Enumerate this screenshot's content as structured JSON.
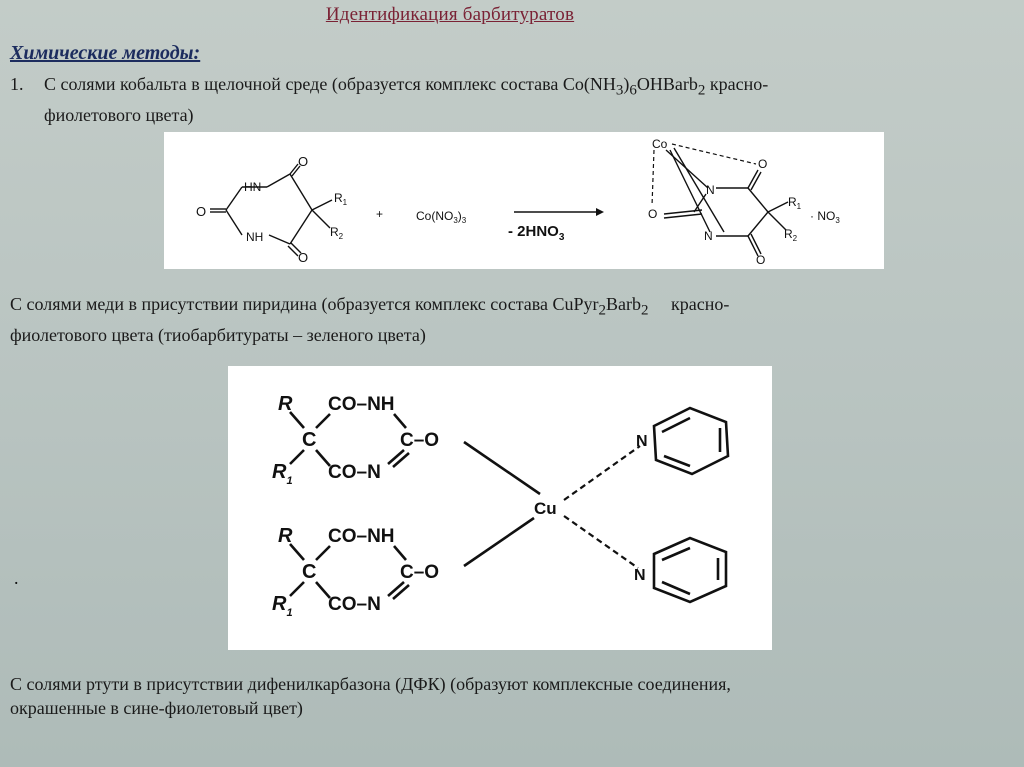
{
  "title": "Идентификация барбитуратов",
  "subtitle": "Химические методы:",
  "item1": {
    "number": "1.",
    "text_a": "С солями кобальта в щелочной среде (образуется комплекс состава Co(NH",
    "sub_3": "3",
    "text_b": ")",
    "sub_6": "6",
    "text_c": "OHBarb",
    "sub_2": "2",
    "text_d": " красно-",
    "line2": "фиолетового цвета)"
  },
  "item2": {
    "text_a": " С солями меди в присутствии пиридина (образуется комплекс состава CuPyr",
    "sub_a": "2",
    "text_b": "Barb",
    "sub_b": "2",
    "text_c": "     красно-",
    "line2": "фиолетового цвета (тиобарбитураты – зеленого цвета)"
  },
  "dot": ".",
  "item3": {
    "line1": " С солями ртути в присутствии дифенилкарбазона (ДФК) (образуют комплексные соединения,",
    "line2": "окрашенные в сине-фиолетовый цвет)"
  },
  "scheme1": {
    "hn": "HN",
    "nh": "NH",
    "o": "O",
    "r1": "R",
    "r1_sub": "1",
    "r2": "R",
    "r2_sub": "2",
    "plus": "+",
    "reagent_a": "Co(NO",
    "reagent_sub": "3",
    "reagent_b": ")",
    "reagent_sub2": "3",
    "byproduct_a": "- 2HNO",
    "byproduct_sub": "3",
    "co": "Co",
    "n": "N",
    "nitrate": "· NO",
    "nitrate_sub": "3"
  },
  "scheme2": {
    "r": "R",
    "r1": "R",
    "r1_sub": "1",
    "c": "C",
    "co_nh": "CO–NH",
    "co_n": "CO–N",
    "c_o": "C–O",
    "n": "N",
    "cu": "Cu"
  }
}
